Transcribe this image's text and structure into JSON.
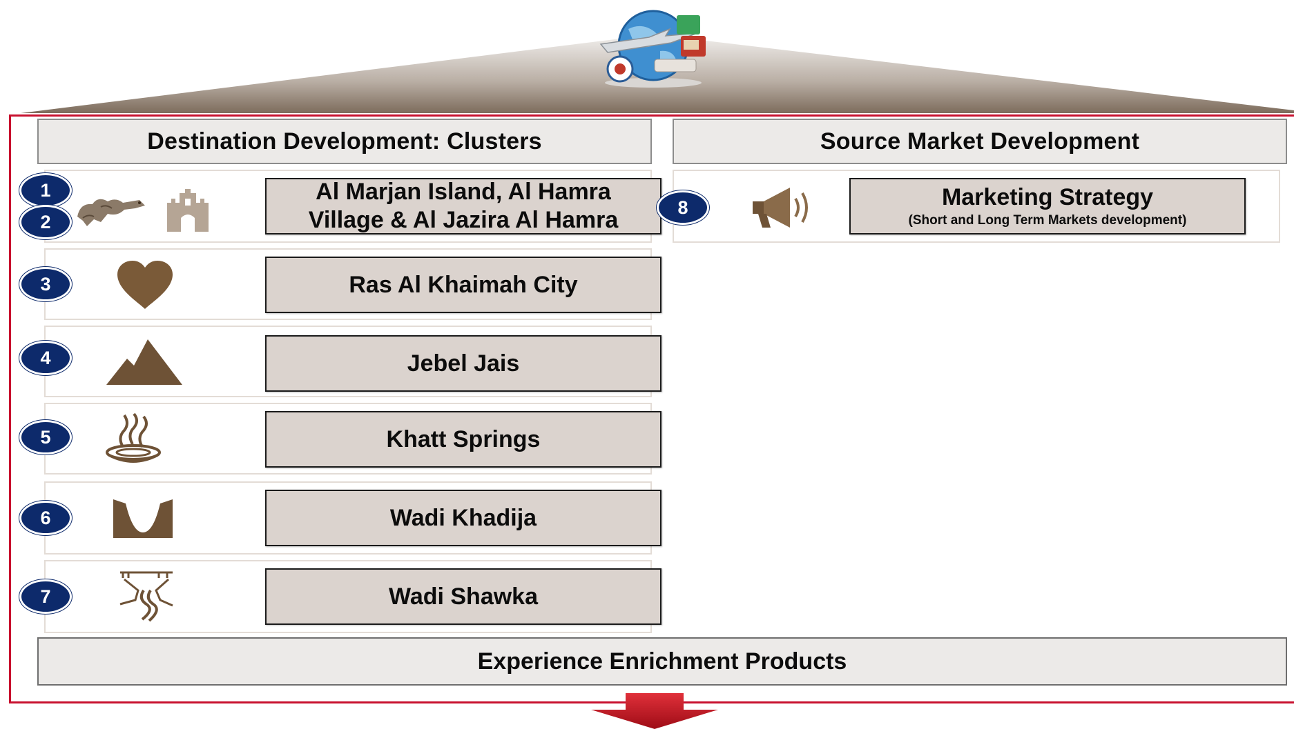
{
  "columns": {
    "left_header": "Destination Development: Clusters",
    "right_header": "Source Market Development"
  },
  "clusters": [
    {
      "numbers": [
        "1",
        "2"
      ],
      "icon": "dragon-and-fort-icon",
      "label_line1": "Al Marjan Island, Al Hamra",
      "label_line2": "Village & Al Jazira Al Hamra"
    },
    {
      "number": "3",
      "icon": "heart-icon",
      "label": "Ras Al Khaimah City"
    },
    {
      "number": "4",
      "icon": "mountain-icon",
      "label": "Jebel Jais"
    },
    {
      "number": "5",
      "icon": "hot-spring-icon",
      "label": "Khatt Springs"
    },
    {
      "number": "6",
      "icon": "valley-icon",
      "label": "Wadi Khadija"
    },
    {
      "number": "7",
      "icon": "canyon-river-icon",
      "label": "Wadi Shawka"
    }
  ],
  "source_market": {
    "number": "8",
    "icon": "megaphone-icon",
    "label": "Marketing Strategy",
    "sublabel": "(Short and Long Term  Markets development)"
  },
  "footer": "Experience Enrichment Products",
  "colors": {
    "frame": "#c8102e",
    "badge": "#0d2a6b",
    "label_fill": "#dbd3ce",
    "icon_brown": "#7a5a38",
    "arrow": "#c8102e"
  }
}
